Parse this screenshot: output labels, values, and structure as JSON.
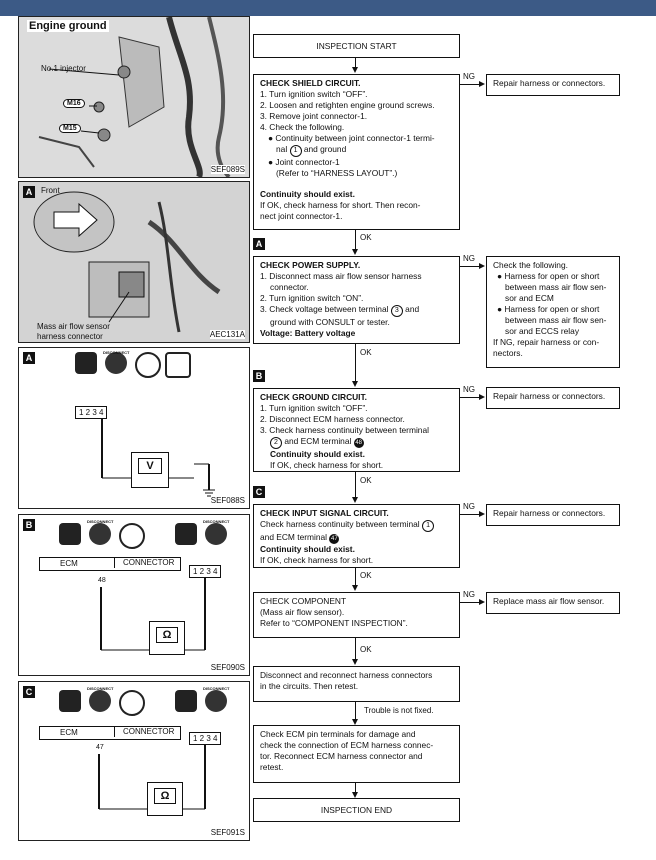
{
  "panels": {
    "engine_ground": {
      "title": "Engine ground",
      "injector": "No.1 injector",
      "m16": "M16",
      "m15": "M15",
      "code": "SEF089S"
    },
    "maf": {
      "letter": "A",
      "front": "Front",
      "label1": "Mass air flow sensor",
      "label2": "harness connector",
      "code": "AEC131A"
    },
    "meter_a": {
      "letter": "A",
      "disconnect": "DISCONNECT",
      "conn": "1 2 3 4",
      "meter": "V",
      "code": "SEF088S"
    },
    "meter_b": {
      "letter": "B",
      "disconnect1": "DISCONNECT",
      "disconnect2": "DISCONNECT",
      "ecm": "ECM",
      "connector": "CONNECTOR",
      "pin": "48",
      "conn": "1 2 3 4",
      "meter": "Ω",
      "code": "SEF090S"
    },
    "meter_c": {
      "letter": "C",
      "disconnect1": "DISCONNECT",
      "disconnect2": "DISCONNECT",
      "ecm": "ECM",
      "connector": "CONNECTOR",
      "pin": "47",
      "conn": "1 2 3 4",
      "meter": "Ω",
      "code": "SEF091S"
    }
  },
  "flow": {
    "start": "INSPECTION START",
    "shield": {
      "title": "CHECK SHIELD CIRCUIT.",
      "l1": "1. Turn ignition switch “OFF”.",
      "l2": "2. Loosen and retighten engine ground screws.",
      "l3": "3. Remove joint connector-1.",
      "l4": "4. Check the following.",
      "l5": "● Continuity between joint connector-1 termi-",
      "l6a": "nal",
      "l6n": "1",
      "l6b": "and ground",
      "l7": "● Joint connector-1",
      "l8": "(Refer to “HARNESS LAYOUT”.)",
      "l9": "Continuity should exist.",
      "l10": "If OK, check harness for short. Then recon-",
      "l11": "nect joint connector-1."
    },
    "repair1": "Repair harness or connectors.",
    "power": {
      "title": "CHECK POWER SUPPLY.",
      "l1": "1. Disconnect mass air flow sensor harness",
      "l2": "connector.",
      "l3": "2. Turn ignition switch “ON”.",
      "l4a": "3. Check voltage between terminal",
      "l4n": "3",
      "l4b": "and",
      "l5": "ground with CONSULT or tester.",
      "l6": "Voltage: Battery voltage"
    },
    "check_following": {
      "l1": "Check the following.",
      "l2": "● Harness for open or short",
      "l3": "between mass air flow sen-",
      "l4": "sor and ECM",
      "l5": "● Harness for open or short",
      "l6": "between mass air flow sen-",
      "l7": "sor and ECCS relay",
      "l8": "If NG, repair harness or con-",
      "l9": "nectors."
    },
    "ground": {
      "title": "CHECK GROUND CIRCUIT.",
      "l1": "1. Turn ignition switch “OFF”.",
      "l2": "2. Disconnect ECM harness connector.",
      "l3": "3. Check harness continuity between terminal",
      "l4n": "2",
      "l4a": "and ECM terminal",
      "l4p": "48",
      "l5": "Continuity should exist.",
      "l6": "If OK, check harness for short."
    },
    "repair2": "Repair harness or connectors.",
    "input": {
      "title": "CHECK INPUT SIGNAL CIRCUIT.",
      "l1a": "Check harness continuity between terminal",
      "l1n": "1",
      "l2a": "and ECM terminal",
      "l2p": "47",
      "l3": "Continuity should exist.",
      "l4": "If OK, check harness for short."
    },
    "repair3": "Repair harness or connectors.",
    "component": {
      "l1": "CHECK COMPONENT",
      "l2": "(Mass air flow sensor).",
      "l3": "Refer to “COMPONENT INSPECTION”."
    },
    "replace": "Replace mass air flow sensor.",
    "reconnect": {
      "l1": "Disconnect and reconnect harness connectors",
      "l2": "in the circuits. Then retest."
    },
    "not_fixed": "Trouble is not fixed.",
    "ecm_pins": {
      "l1": "Check ECM pin terminals for damage and",
      "l2": "check the connection of ECM harness connec-",
      "l3": "tor. Reconnect ECM harness connector and",
      "l4": "retest."
    },
    "end": "INSPECTION END",
    "ng": "NG",
    "ok": "OK",
    "letters": {
      "a": "A",
      "b": "B",
      "c": "C"
    }
  }
}
